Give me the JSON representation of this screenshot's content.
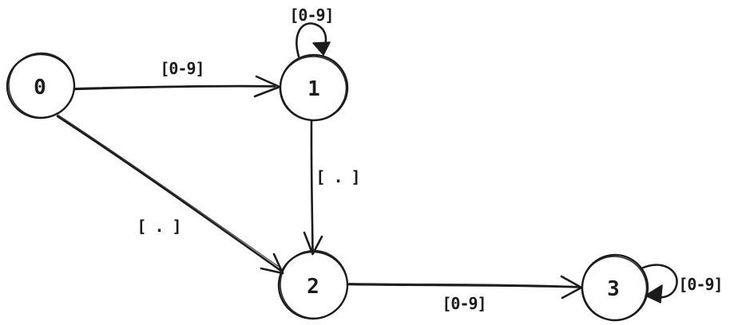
{
  "diagram": {
    "kind": "finite-automaton-state-diagram",
    "style": "hand-drawn-sketch",
    "background_color": "#ffffff",
    "stroke_color": "#1b1b1b",
    "nodes": [
      {
        "id": "0",
        "label": "0",
        "position": "left"
      },
      {
        "id": "1",
        "label": "1",
        "position": "top-middle"
      },
      {
        "id": "2",
        "label": "2",
        "position": "bottom-middle"
      },
      {
        "id": "3",
        "label": "3",
        "position": "right"
      }
    ],
    "edges": [
      {
        "from": "0",
        "to": "1",
        "label": "[0-9]",
        "self_loop": false
      },
      {
        "from": "1",
        "to": "1",
        "label": "[0-9]",
        "self_loop": true,
        "loop_side": "top"
      },
      {
        "from": "1",
        "to": "2",
        "label": "[ . ]",
        "self_loop": false
      },
      {
        "from": "0",
        "to": "2",
        "label": "[ . ]",
        "self_loop": false
      },
      {
        "from": "2",
        "to": "3",
        "label": "[0-9]",
        "self_loop": false
      },
      {
        "from": "3",
        "to": "3",
        "label": "[0-9]",
        "self_loop": true,
        "loop_side": "right"
      }
    ]
  }
}
